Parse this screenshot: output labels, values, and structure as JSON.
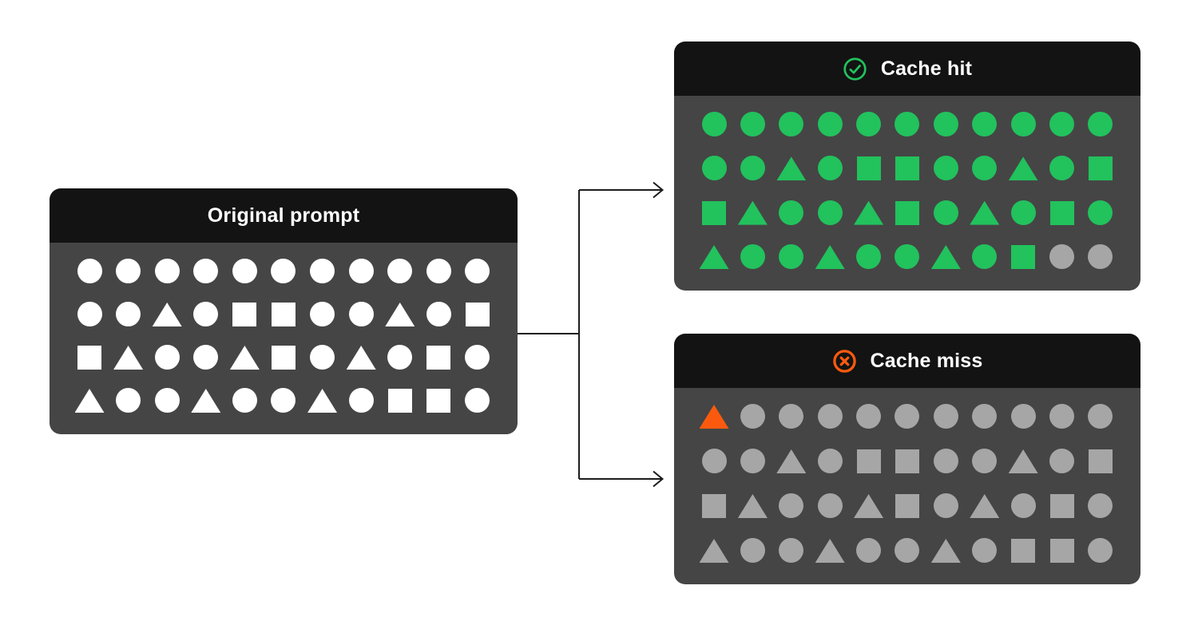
{
  "colors": {
    "page_bg": "#ffffff",
    "panel_header_bg": "#131313",
    "panel_body_bg": "#454545",
    "title_text": "#ffffff",
    "connector": "#1c1c1c",
    "white": "#ffffff",
    "green": "#22c25d",
    "gray": "#a6a6a6",
    "orange": "#fb5a0e"
  },
  "panels": {
    "original_prompt": {
      "title": "Original prompt",
      "icon": null,
      "rows": [
        [
          "circle:white",
          "circle:white",
          "circle:white",
          "circle:white",
          "circle:white",
          "circle:white",
          "circle:white",
          "circle:white",
          "circle:white",
          "circle:white",
          "circle:white"
        ],
        [
          "circle:white",
          "circle:white",
          "triangle:white",
          "circle:white",
          "square:white",
          "square:white",
          "circle:white",
          "circle:white",
          "triangle:white",
          "circle:white",
          "square:white"
        ],
        [
          "square:white",
          "triangle:white",
          "circle:white",
          "circle:white",
          "triangle:white",
          "square:white",
          "circle:white",
          "triangle:white",
          "circle:white",
          "square:white",
          "circle:white"
        ],
        [
          "triangle:white",
          "circle:white",
          "circle:white",
          "triangle:white",
          "circle:white",
          "circle:white",
          "triangle:white",
          "circle:white",
          "square:white",
          "square:white",
          "circle:white"
        ]
      ]
    },
    "cache_hit": {
      "title": "Cache hit",
      "icon": "check-circle-icon",
      "rows": [
        [
          "circle:green",
          "circle:green",
          "circle:green",
          "circle:green",
          "circle:green",
          "circle:green",
          "circle:green",
          "circle:green",
          "circle:green",
          "circle:green",
          "circle:green"
        ],
        [
          "circle:green",
          "circle:green",
          "triangle:green",
          "circle:green",
          "square:green",
          "square:green",
          "circle:green",
          "circle:green",
          "triangle:green",
          "circle:green",
          "square:green"
        ],
        [
          "square:green",
          "triangle:green",
          "circle:green",
          "circle:green",
          "triangle:green",
          "square:green",
          "circle:green",
          "triangle:green",
          "circle:green",
          "square:green",
          "circle:green"
        ],
        [
          "triangle:green",
          "circle:green",
          "circle:green",
          "triangle:green",
          "circle:green",
          "circle:green",
          "triangle:green",
          "circle:green",
          "square:green",
          "circle:gray",
          "circle:gray"
        ]
      ]
    },
    "cache_miss": {
      "title": "Cache miss",
      "icon": "x-circle-icon",
      "rows": [
        [
          "triangle:orange",
          "circle:gray",
          "circle:gray",
          "circle:gray",
          "circle:gray",
          "circle:gray",
          "circle:gray",
          "circle:gray",
          "circle:gray",
          "circle:gray",
          "circle:gray"
        ],
        [
          "circle:gray",
          "circle:gray",
          "triangle:gray",
          "circle:gray",
          "square:gray",
          "square:gray",
          "circle:gray",
          "circle:gray",
          "triangle:gray",
          "circle:gray",
          "square:gray"
        ],
        [
          "square:gray",
          "triangle:gray",
          "circle:gray",
          "circle:gray",
          "triangle:gray",
          "square:gray",
          "circle:gray",
          "triangle:gray",
          "circle:gray",
          "square:gray",
          "circle:gray"
        ],
        [
          "triangle:gray",
          "circle:gray",
          "circle:gray",
          "triangle:gray",
          "circle:gray",
          "circle:gray",
          "triangle:gray",
          "circle:gray",
          "square:gray",
          "square:gray",
          "circle:gray"
        ]
      ]
    }
  }
}
